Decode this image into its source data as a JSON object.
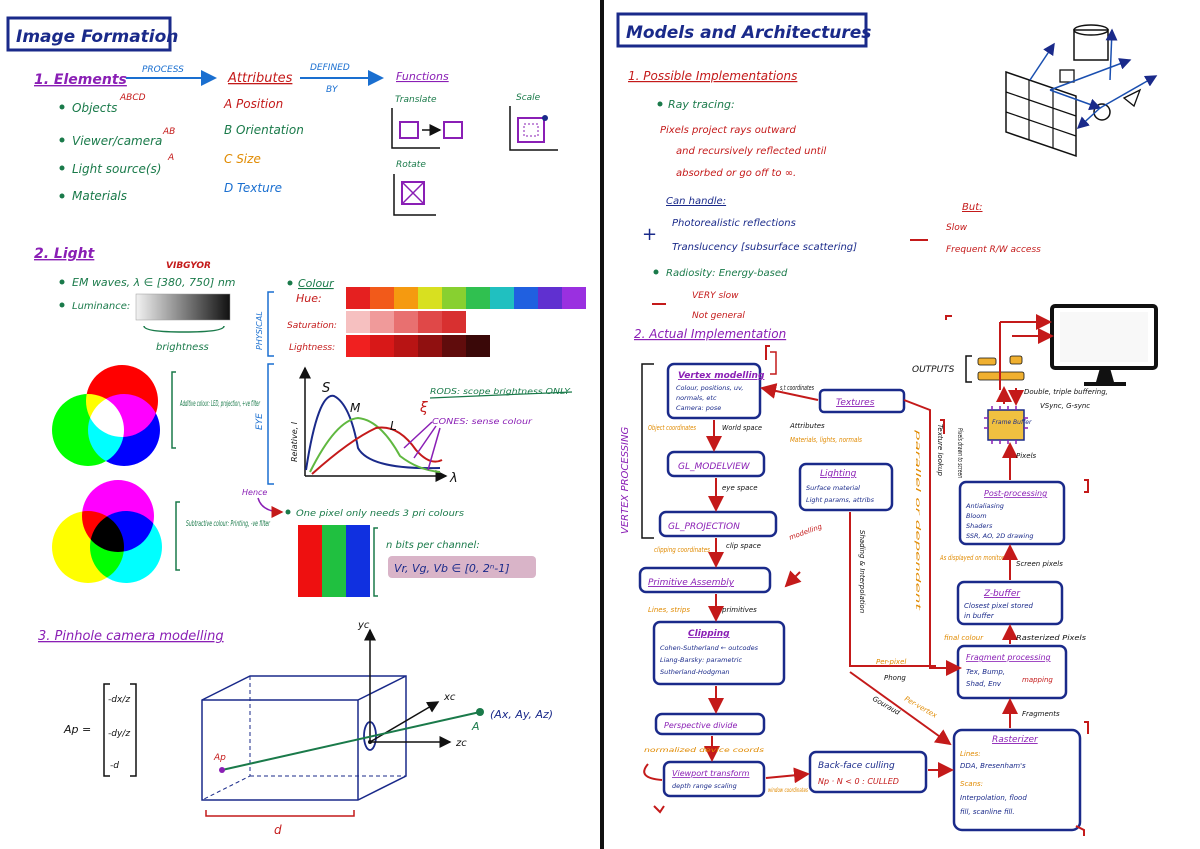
{
  "colors": {
    "navy": "#1a2a8a",
    "purple": "#8a1fb5",
    "green": "#1a7a4a",
    "red": "#c41a1a",
    "orange": "#e08a00",
    "blue": "#1a6fd0",
    "dark": "#111111",
    "pinkbox": "#d9b4c8"
  },
  "left": {
    "title": "Image Formation",
    "s1": {
      "heading": "1. Elements",
      "process": "PROCESS",
      "attributes_title": "Attributes",
      "defined": "DEFINED",
      "by": "BY",
      "functions_title": "Functions",
      "elements": [
        "Objects",
        "Viewer/camera",
        "Light source(s)",
        "Materials"
      ],
      "element_tags": [
        "ABCD",
        "AB",
        "A",
        ""
      ],
      "attributes": [
        "A Position",
        "B Orientation",
        "C Size",
        "D Texture"
      ],
      "fn_translate": "Translate",
      "fn_scale": "Scale",
      "fn_rotate": "Rotate"
    },
    "s2": {
      "heading": "2. Light",
      "em_waves": "EM waves, λ ∈ [380, 750] nm",
      "vibgyor": "VIBGYOR",
      "luminance": "Luminance:",
      "brightness": "brightness",
      "colour": "Colour",
      "hue": "Hue:",
      "saturation": "Saturation:",
      "lightness": "Lightness:",
      "physical": "PHYSICAL",
      "eye": "EYE",
      "additive": "Additive colour: LED, projection, +ve filter",
      "subtractive": "Subtractive colour: Printing, -ve filter",
      "curve_labels": [
        "S",
        "M",
        "L"
      ],
      "ylabel": "Relative, I",
      "xlabel": "λ",
      "rods": "RODS: scope brightness ONLY",
      "cones": "CONES: sense colour",
      "hence": "Hence",
      "three_prim": "One pixel only needs 3 pri colours",
      "n_bits": "n bits per channel:",
      "formula": "Vr, Vg, Vb ∈ [0, 2ⁿ-1]"
    },
    "s3": {
      "heading": "3. Pinhole camera modelling",
      "ap_label": "Ap =",
      "matrix": [
        "-dx/z",
        "-dy/z",
        "-d"
      ],
      "point_p": "Ap",
      "point_a": "A",
      "coords": "(Ax, Ay, Az)",
      "axis_y": "yc",
      "axis_x": "xc",
      "axis_z": "zc",
      "depth": "d"
    }
  },
  "right": {
    "title": "Models and Architectures",
    "s1": {
      "heading": "1. Possible Implementations",
      "ray": "Ray tracing:",
      "ray_desc1": "Pixels project rays outward",
      "ray_desc2": "and recursively reflected until",
      "ray_desc3": "absorbed or go off to ∞.",
      "can_handle": "Can handle:",
      "photo": "Photorealistic reflections",
      "trans": "Translucency [subsurface scattering]",
      "but": "But:",
      "slow": "Slow",
      "freq": "Frequent R/W access",
      "radiosity": "Radiosity: Energy-based",
      "very_slow": "VERY slow",
      "not_general": "Not general"
    },
    "s2": {
      "heading": "2. Actual Implementation",
      "vertex_processing": "VERTEX PROCESSING",
      "vm_title": "Vertex modelling",
      "vm_desc1": "Colour, positions, uv,",
      "vm_desc2": "normals, etc",
      "vm_desc3": "Camera: pose",
      "modelview": "GL_MODELVIEW",
      "projection": "GL_PROJECTION",
      "prim_asm": "Primitive Assembly",
      "clipping": "Clipping",
      "clip1": "Cohen-Sutherland ← outcodes",
      "clip2": "Liang-Barsky: parametric",
      "clip3": "Sutherland-Hodgman",
      "persp": "Perspective divide",
      "viewport": "Viewport transform",
      "viewport_desc": "depth range scaling",
      "backface": "Back-face culling",
      "backface_desc": "Np · N < 0 : CULLED",
      "textures": "Textures",
      "lighting": "Lighting",
      "light1": "Surface material",
      "light2": "Light params, attribs",
      "raster": "Rasterizer",
      "raster1": "Lines:",
      "raster2": "DDA, Bresenham's",
      "raster3": "Scans:",
      "raster4": "Interpolation, flood",
      "raster5": "fill, scanline fill.",
      "frag": "Fragment processing",
      "frag1": "Tex, Bump,",
      "frag2": "Shad, Env",
      "frag_map": "mapping",
      "zbuf": "Z-buffer",
      "zbuf1": "Closest pixel stored",
      "zbuf2": "in buffer",
      "post": "Post-processing",
      "post1": "Antialiasing",
      "post2": "Bloom",
      "post3": "Shaders",
      "post4": "SSR, AO, 2D drawing",
      "fb": "Frame Buffer",
      "outputs": "OUTPUTS",
      "double_buf": "Double, triple buffering,",
      "vsync": "VSync, G-sync",
      "object_coords": "Object coordinates",
      "world_space": "World space",
      "eye_space": "eye space",
      "clip_space": "clip space",
      "clipping_coords": "clipping coordinates",
      "lines_strips": "Lines, strips",
      "primitives": "primitives",
      "normalized": "normalized device coords",
      "window_coords": "window coordinates",
      "pixels": "Pixels",
      "frags": "Fragments",
      "fc": "final colour",
      "rasterized_pixels": "Rasterized Pixels",
      "screen_pixels": "Screen pixels",
      "as_displayed": "As displayed on monitor",
      "modelling": "modelling",
      "per_pixel": "Per-pixel",
      "phong": "Phong",
      "gouraud": "Gouraud",
      "per_vertex": "Per-vertex",
      "shading": "Shading & Interpolation",
      "texture_lookup": "Texture lookup",
      "uv_coords": "s,t coordinates",
      "attributes": "Attributes",
      "materials": "Materials, lights, normals",
      "pixels_drawn": "Pixels drawn to screen",
      "parallel": "parallel or dependent"
    }
  }
}
